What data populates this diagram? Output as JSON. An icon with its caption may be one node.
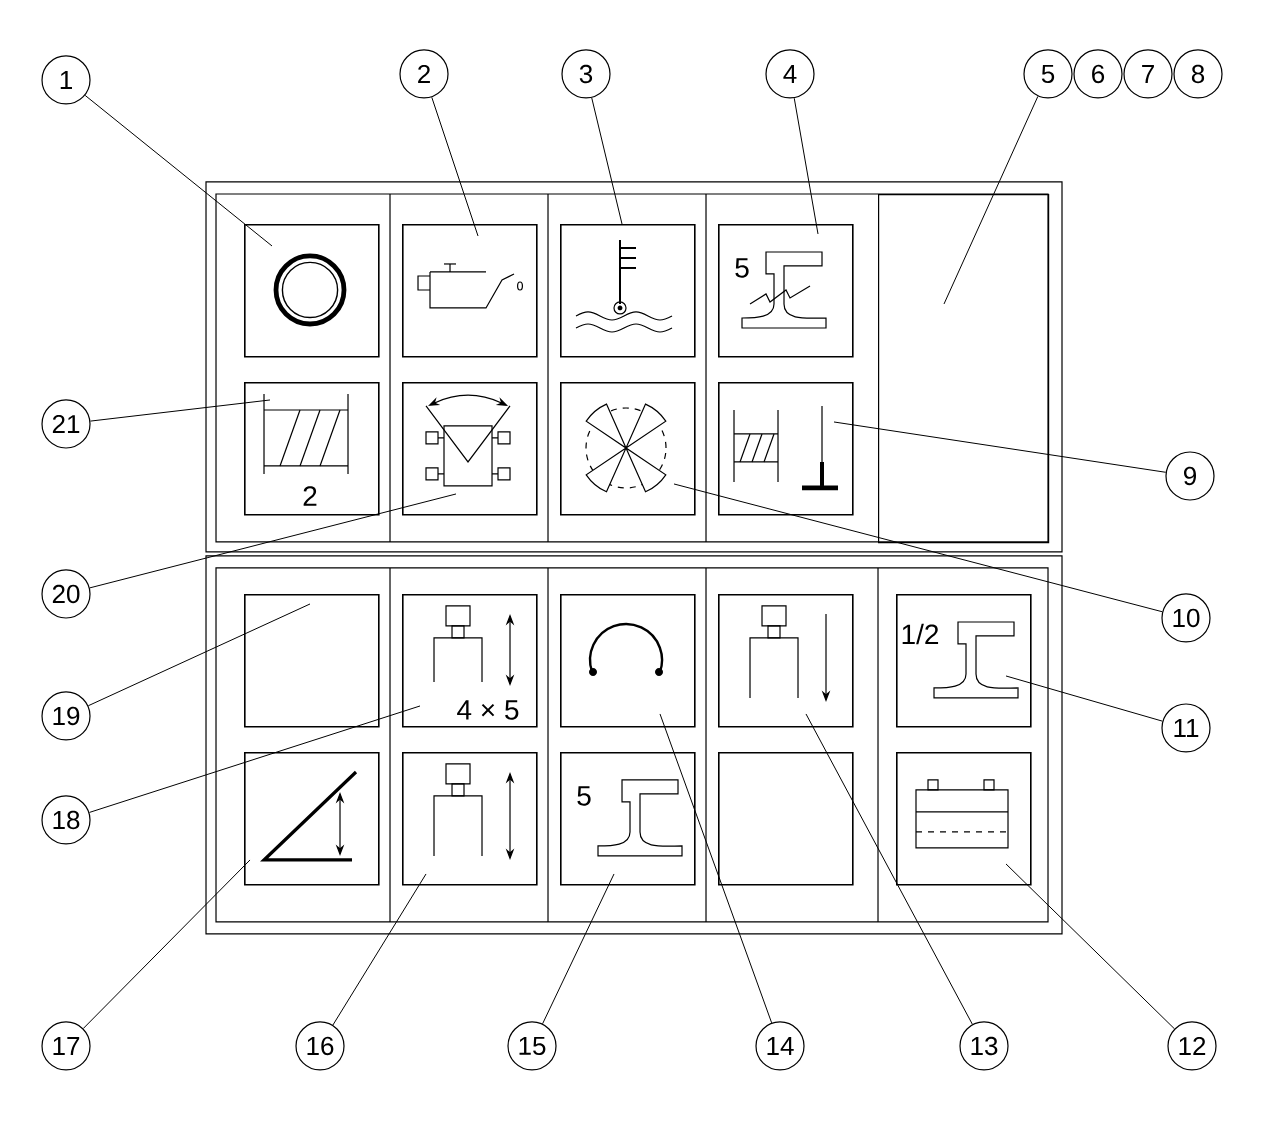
{
  "diagram": {
    "nodes": [
      {
        "text": [
          "1"
        ]
      },
      {
        "text": [
          "2"
        ]
      },
      {
        "text": [
          "3"
        ]
      },
      {
        "text": [
          "4"
        ]
      },
      {
        "text": [
          "5"
        ]
      },
      {
        "text": [
          "6"
        ]
      },
      {
        "text": [
          "7"
        ]
      },
      {
        "text": [
          "8"
        ]
      },
      {
        "text": [],
        "shape": "box"
      },
      {
        "text": [],
        "shape": "box"
      },
      {
        "text": [],
        "shape": "box"
      },
      {
        "text": [
          "5"
        ]
      },
      {
        "text": [],
        "shape": "box"
      },
      {
        "text": [
          "21"
        ]
      },
      {
        "text": [
          "2"
        ]
      },
      {
        "text": [],
        "shape": "box"
      },
      {
        "text": [],
        "shape": "box"
      },
      {
        "text": [],
        "shape": "box"
      },
      {
        "text": [
          "9"
        ]
      },
      {
        "text": [
          "20"
        ]
      },
      {
        "text": [
          "10"
        ]
      },
      {
        "text": [],
        "shape": "box"
      },
      {
        "text": [
          "4 × 5"
        ]
      },
      {
        "text": [],
        "shape": "box"
      },
      {
        "text": [],
        "shape": "box"
      },
      {
        "text": [
          "1/2"
        ]
      },
      {
        "text": [
          "19"
        ]
      },
      {
        "text": [
          "11"
        ]
      },
      {
        "text": [
          "18"
        ]
      },
      {
        "text": [],
        "shape": "box"
      },
      {
        "text": [],
        "shape": "box"
      },
      {
        "text": [
          "5"
        ]
      },
      {
        "text": [],
        "shape": "box"
      },
      {
        "text": [],
        "shape": "box"
      },
      {
        "text": [
          "17"
        ]
      },
      {
        "text": [
          "16"
        ]
      },
      {
        "text": [
          "15"
        ]
      },
      {
        "text": [
          "14"
        ]
      },
      {
        "text": [
          "13"
        ]
      },
      {
        "text": [
          "12"
        ]
      }
    ],
    "edges": [
      {
        "from": 0,
        "to": 8,
        "arrow": "none"
      },
      {
        "from": 1,
        "to": 9,
        "arrow": "none"
      },
      {
        "from": 2,
        "to": 10,
        "arrow": "none"
      },
      {
        "from": 3,
        "to": 11,
        "arrow": "none"
      },
      {
        "from": 4,
        "to": 12,
        "arrow": "none"
      },
      {
        "from": 13,
        "to": 14,
        "arrow": "none"
      },
      {
        "from": 18,
        "to": 17,
        "arrow": "none"
      },
      {
        "from": 19,
        "to": 15,
        "arrow": "none"
      },
      {
        "from": 20,
        "to": 16,
        "arrow": "none"
      },
      {
        "from": 26,
        "to": 21,
        "arrow": "none"
      },
      {
        "from": 27,
        "to": 25,
        "arrow": "none"
      },
      {
        "from": 28,
        "to": 22,
        "arrow": "none"
      },
      {
        "from": 34,
        "to": 29,
        "arrow": "none"
      },
      {
        "from": 35,
        "to": 30,
        "arrow": "none"
      },
      {
        "from": 36,
        "to": 31,
        "arrow": "none"
      },
      {
        "from": 37,
        "to": 23,
        "arrow": "none"
      },
      {
        "from": 38,
        "to": 24,
        "arrow": "none"
      },
      {
        "from": 39,
        "to": 33,
        "arrow": "none"
      }
    ]
  }
}
